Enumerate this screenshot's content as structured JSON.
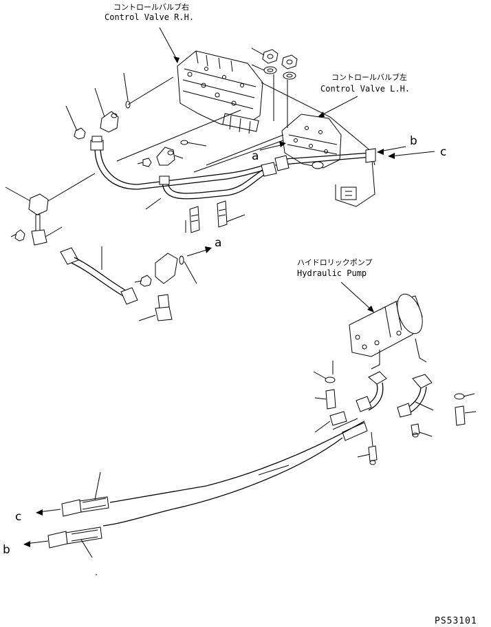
{
  "labels": {
    "control_valve_rh_jp": "コントロールバルブ右",
    "control_valve_rh_en": "Control Valve R.H.",
    "control_valve_lh_jp": "コントロールバルブ左",
    "control_valve_lh_en": "Control Valve L.H.",
    "hydraulic_pump_jp": "ハイドロリックポンプ",
    "hydraulic_pump_en": "Hydraulic Pump"
  },
  "connection_markers": {
    "a": "a",
    "b": "b",
    "c": "c"
  },
  "drawing_code": "PS53101"
}
